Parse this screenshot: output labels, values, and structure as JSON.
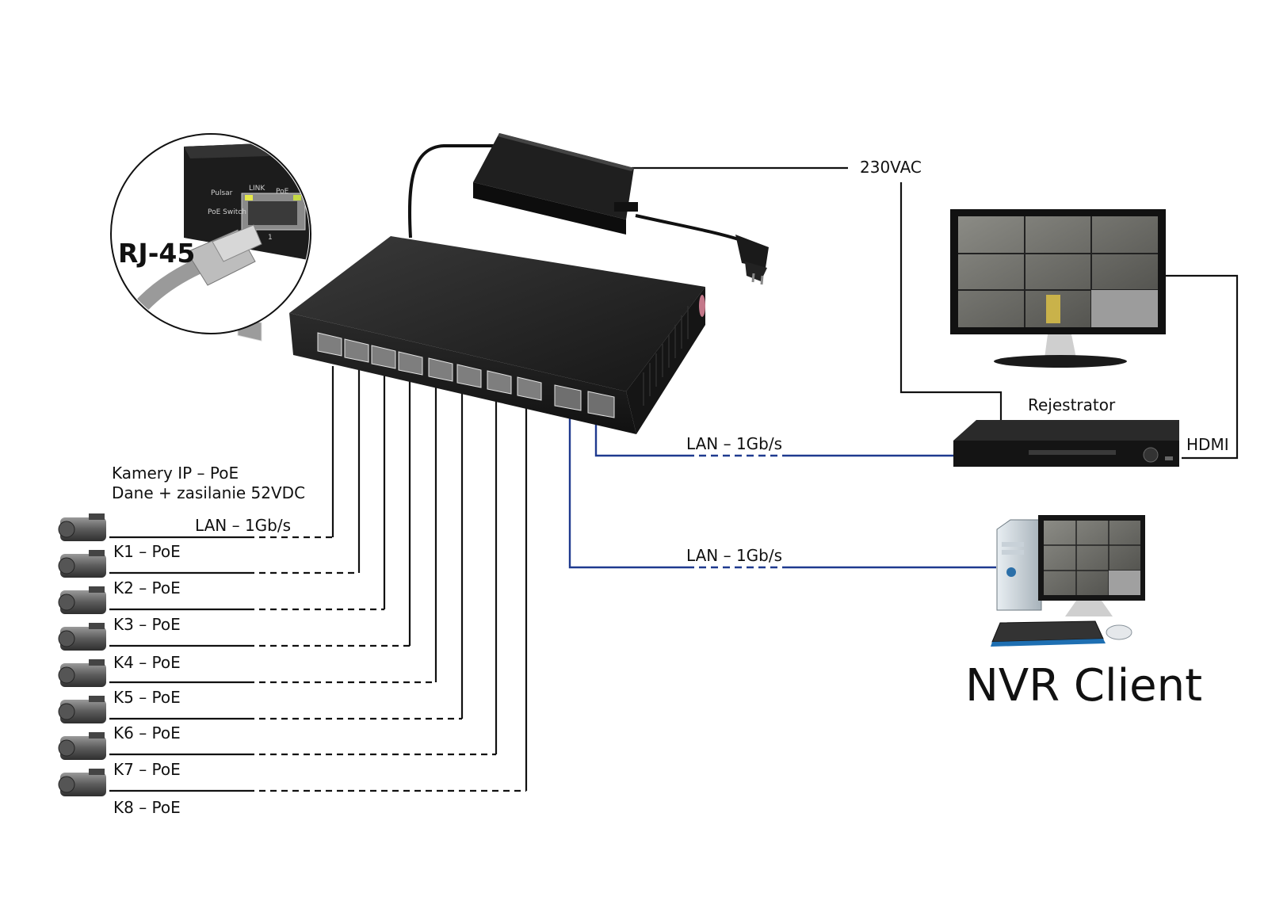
{
  "labels": {
    "power": "230VAC",
    "rj45": "RJ-45",
    "recorder": "Rejestrator",
    "hdmi": "HDMI",
    "lan_recorder": "LAN – 1Gb/s",
    "lan_client": "LAN – 1Gb/s",
    "lan_cameras": "LAN – 1Gb/s",
    "cameras_title": "Kamery IP – PoE",
    "cameras_subtitle": "Dane + zasilanie 52VDC",
    "nvr_client": "NVR Client"
  },
  "zoom_inset": {
    "brand": "Pulsar",
    "link": "LINK",
    "poe": "PoE",
    "device": "PoE Switch",
    "port_number": "1"
  },
  "cameras": [
    {
      "label": "K1 – PoE"
    },
    {
      "label": "K2 – PoE"
    },
    {
      "label": "K3 – PoE"
    },
    {
      "label": "K4 – PoE"
    },
    {
      "label": "K5 – PoE"
    },
    {
      "label": "K6 – PoE"
    },
    {
      "label": "K7 – PoE"
    },
    {
      "label": "K8 – PoE"
    }
  ],
  "colors": {
    "lan_uplink": "#1f3a8f",
    "wire": "#111111",
    "device_body": "#1e1e1e",
    "background": "#ffffff"
  }
}
